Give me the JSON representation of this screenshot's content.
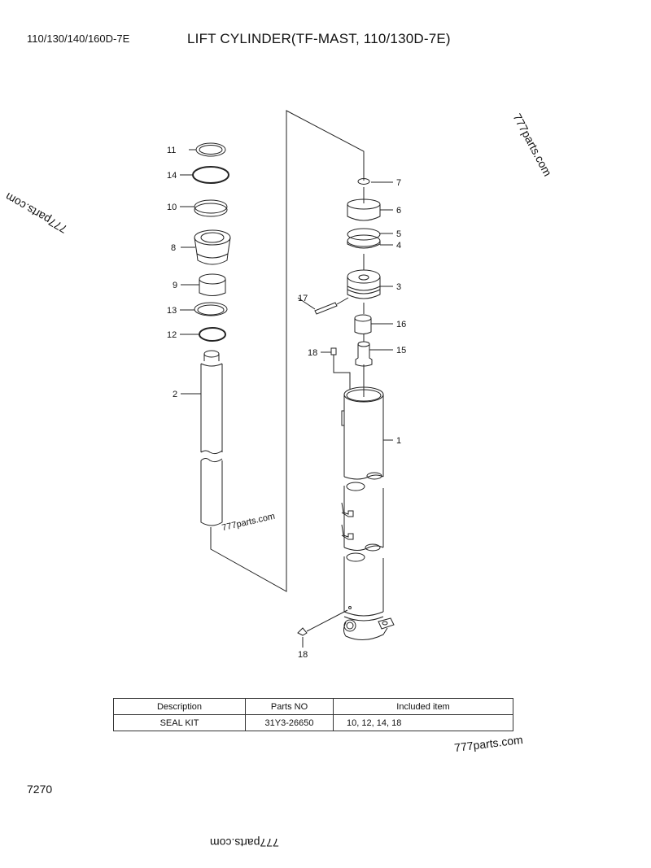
{
  "header": {
    "model": "110/130/140/160D-7E",
    "title": "LIFT CYLINDER(TF-MAST, 110/130D-7E)"
  },
  "page_number": "7270",
  "watermarks": [
    "777parts.com",
    "777parts.com",
    "777parts.com",
    "777parts.com",
    "777parts.com"
  ],
  "callouts": [
    {
      "id": "1",
      "label": "1"
    },
    {
      "id": "2",
      "label": "2"
    },
    {
      "id": "3",
      "label": "3"
    },
    {
      "id": "4",
      "label": "4"
    },
    {
      "id": "5",
      "label": "5"
    },
    {
      "id": "6",
      "label": "6"
    },
    {
      "id": "7",
      "label": "7"
    },
    {
      "id": "8",
      "label": "8"
    },
    {
      "id": "9",
      "label": "9"
    },
    {
      "id": "10",
      "label": "10"
    },
    {
      "id": "11",
      "label": "11"
    },
    {
      "id": "12",
      "label": "12"
    },
    {
      "id": "13",
      "label": "13"
    },
    {
      "id": "14",
      "label": "14"
    },
    {
      "id": "15",
      "label": "15"
    },
    {
      "id": "16",
      "label": "16"
    },
    {
      "id": "17",
      "label": "17"
    },
    {
      "id": "18a",
      "label": "18"
    },
    {
      "id": "18b",
      "label": "18"
    }
  ],
  "kit_table": {
    "headers": [
      "Description",
      "Parts NO",
      "Included item"
    ],
    "rows": [
      [
        "SEAL KIT",
        "31Y3-26650",
        "10, 12, 14, 18"
      ]
    ]
  }
}
